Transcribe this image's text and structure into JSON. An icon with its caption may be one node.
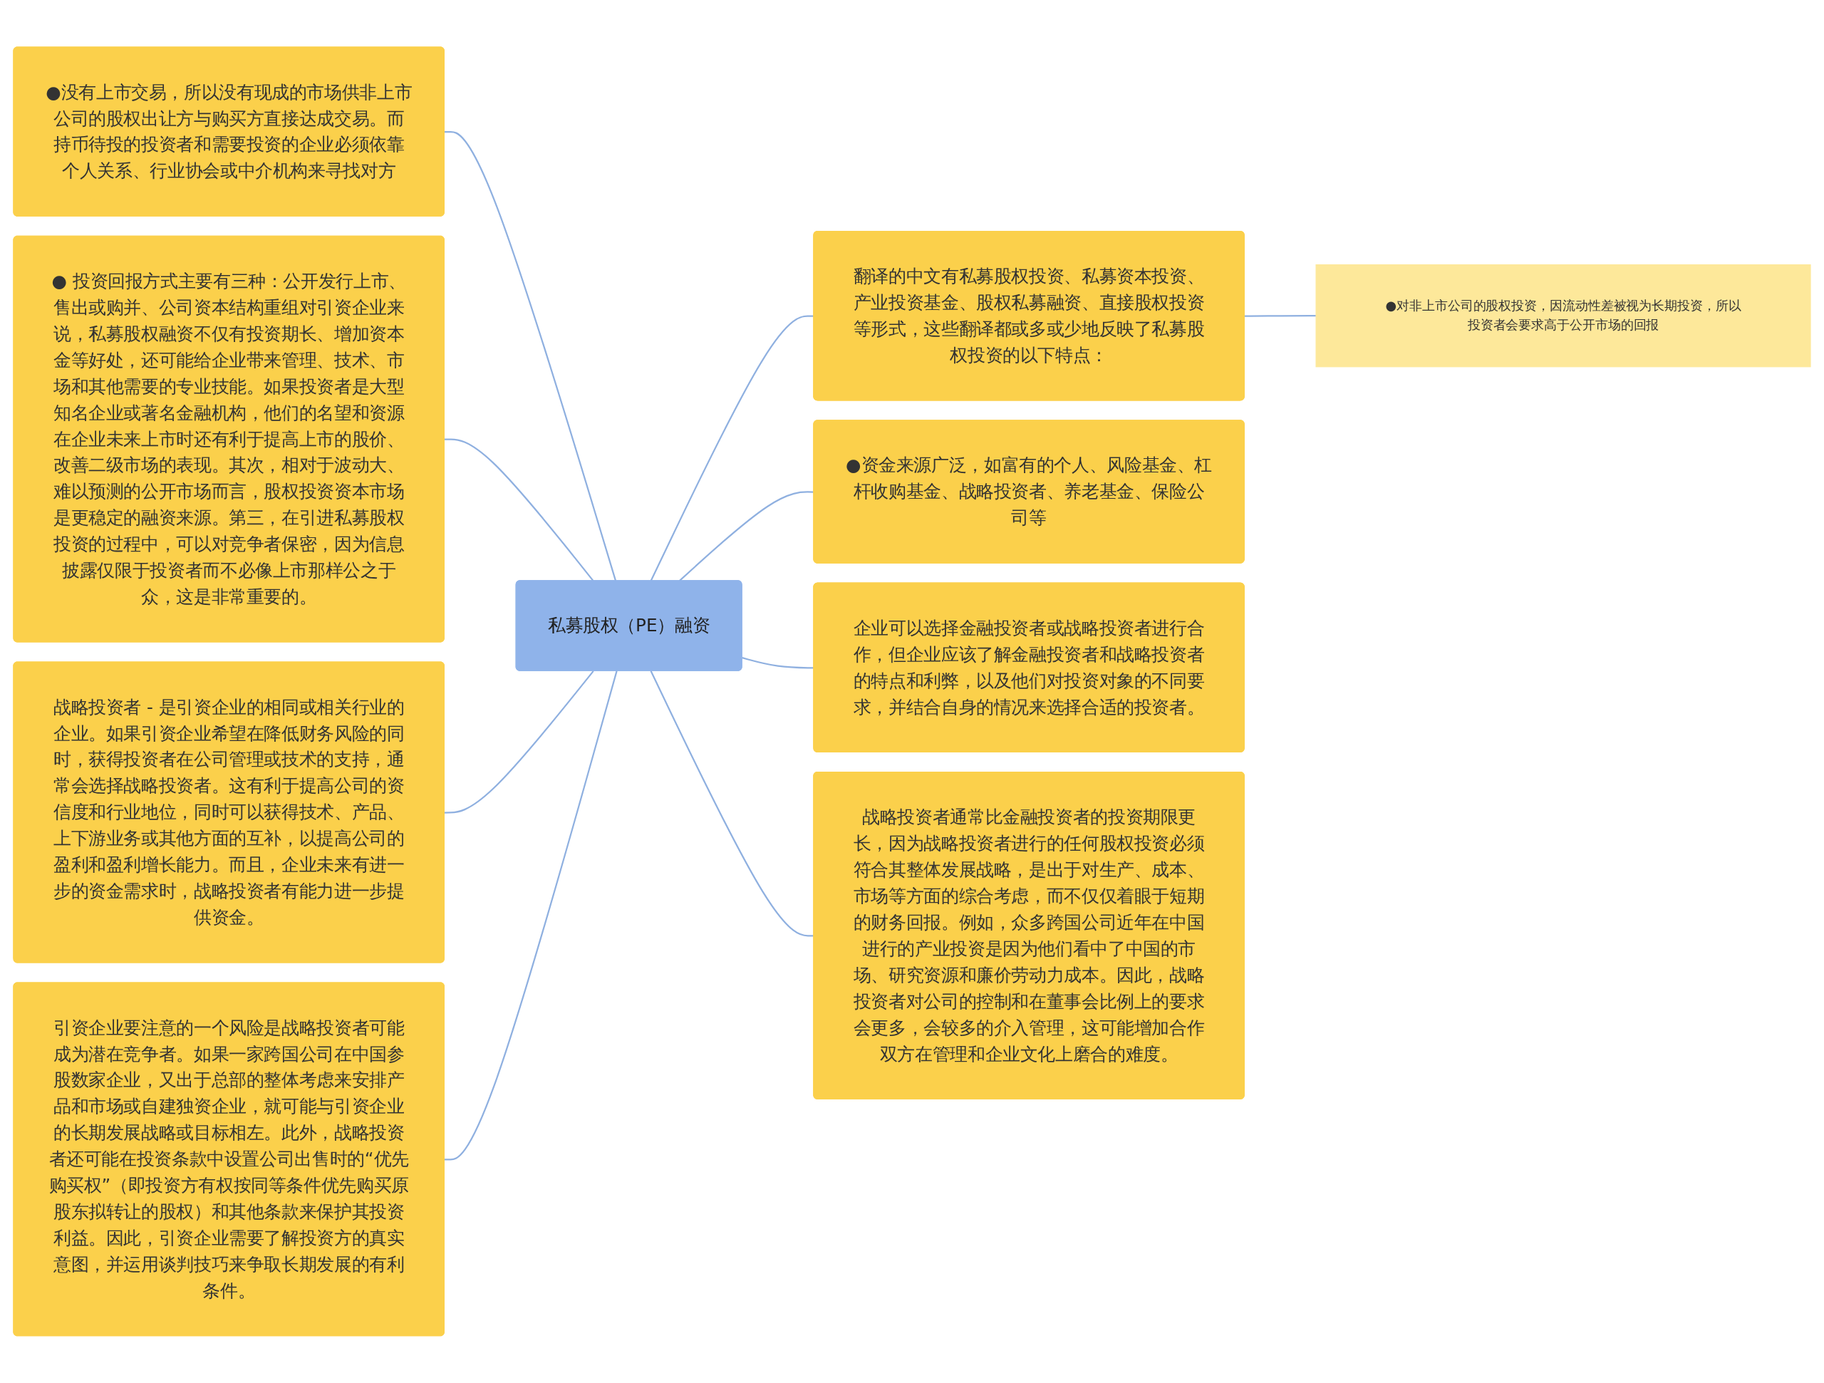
{
  "diagram": {
    "nodes": [
      {
        "text": [
          "私募股权（PE）融资"
        ]
      },
      {
        "text": [
          "●没有上市交易，所以没有现成的市场供非上市公司的股权出让方与购买方直接达成交易。而持币待投的投资者和需要投资的企业必须依靠个人关系、行业协会或中介机构来寻找对方"
        ]
      },
      {
        "text": [
          "● 投资回报方式主要有三种：公开发行上市、售出或购并、公司资本结构重组对引资企业来说，私募股权融资不仅有投资期长、增加资本金等好处，还可能给企业带来管理、技术、市场和其他需要的专业技能。如果投资者是大型知名企业或著名金融机构，他们的名望和资源在企业未来上市时还有利于提高上市的股价、改善二级市场的表现。其次，相对于波动大、难以预测的公开市场而言，股权投资资本市场是更稳定的融资来源。第三，在引进私募股权投资的过程中，可以对竞争者保密，因为信息披露仅限于投资者而不必像上市那样公之于众，这是非常重要的。"
        ]
      },
      {
        "text": [
          "战略投资者 - 是引资企业的相同或相关行业的企业。如果引资企业希望在降低财务风险的同时，获得投资者在公司管理或技术的支持，通常会选择战略投资者。这有利于提高公司的资信度和行业地位，同时可以获得技术、产品、上下游业务或其他方面的互补，以提高公司的盈利和盈利增长能力。而且，企业未来有进一步的资金需求时，战略投资者有能力进一步提供资金。"
        ]
      },
      {
        "text": [
          "引资企业要注意的一个风险是战略投资者可能成为潜在竞争者。如果一家跨国公司在中国参股数家企业，又出于总部的整体考虑来安排产品和市场或自建独资企业，就可能与引资企业的长期发展战略或目标相左。此外，战略投资者还可能在投资条款中设置公司出售时的“优先购买权”（即投资方有权按同等条件优先购买原股东拟转让的股权）和其他条款来保护其投资利益。因此，引资企业需要了解投资方的真实意图，并运用谈判技巧来争取长期发展的有利条件。"
        ]
      },
      {
        "text": [
          "翻译的中文有私募股权投资、私募资本投资、产业投资基金、股权私募融资、直接股权投资等形式，这些翻译都或多或少地反映了私募股权投资的以下特点："
        ]
      },
      {
        "text": [
          "●对非上市公司的股权投资，因流动性差被视为长期投资，所以投资者会要求高于公开市场的回报"
        ]
      },
      {
        "text": [
          "●资金来源广泛，如富有的个人、风险基金、杠杆收购基金、战略投资者、养老基金、保险公司等"
        ]
      },
      {
        "text": [
          "企业可以选择金融投资者或战略投资者进行合作，但企业应该了解金融投资者和战略投资者的特点和利弊，以及他们对投资对象的不同要求，并结合自身的情况来选择合适的投资者。"
        ]
      },
      {
        "text": [
          "战略投资者通常比金融投资者的投资期限更长，因为战略投资者进行的任何股权投资必须符合其整体发展战略，是出于对生产、成本、市场等方面的综合考虑，而不仅仅着眼于短期的财务回报。例如，众多跨国公司近年在中国进行的产业投资是因为他们看中了中国的市场、研究资源和廉价劳动力成本。因此，战略投资者对公司的控制和在董事会比例上的要求会更多，会较多的介入管理，这可能增加合作双方在管理和企业文化上磨合的难度。"
        ]
      }
    ],
    "edges": [
      {
        "from": 1,
        "to": 0,
        "arrow": "none"
      },
      {
        "from": 2,
        "to": 0,
        "arrow": "none"
      },
      {
        "from": 3,
        "to": 0,
        "arrow": "none"
      },
      {
        "from": 4,
        "to": 0,
        "arrow": "none"
      },
      {
        "from": 0,
        "to": 5,
        "arrow": "none"
      },
      {
        "from": 5,
        "to": 6,
        "arrow": "none"
      },
      {
        "from": 0,
        "to": 7,
        "arrow": "none"
      },
      {
        "from": 0,
        "to": 8,
        "arrow": "none"
      },
      {
        "from": 0,
        "to": 9,
        "arrow": "none"
      }
    ]
  }
}
